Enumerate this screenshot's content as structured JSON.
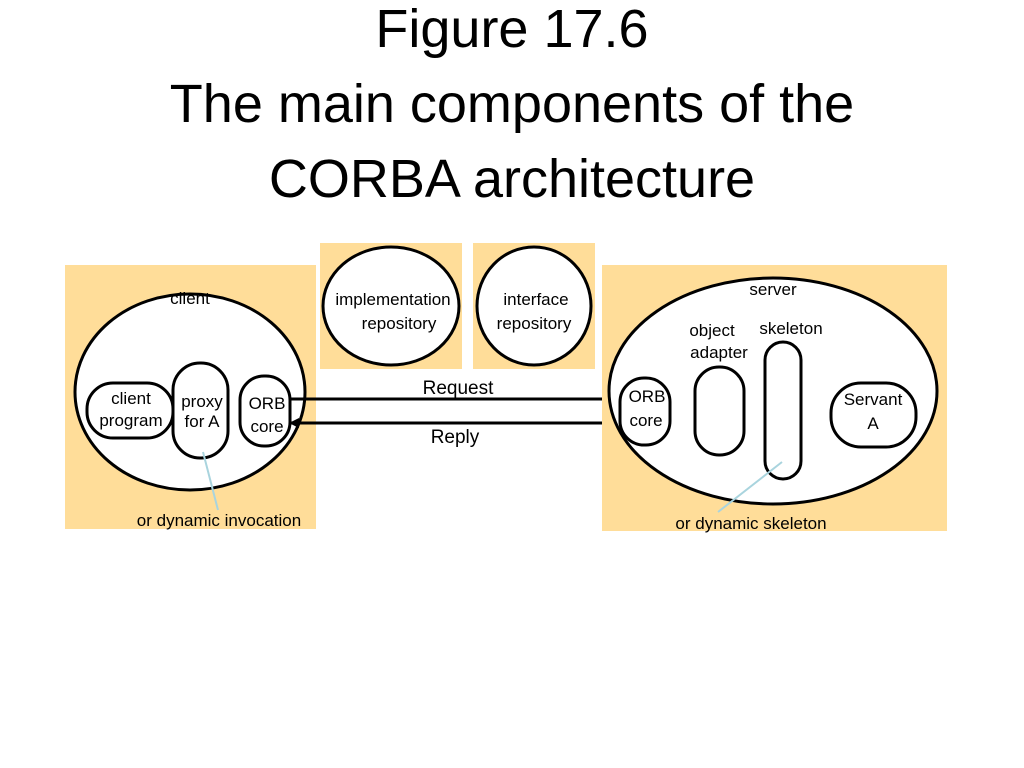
{
  "title": {
    "line1": "Figure 17.6",
    "line2": "The main components of the",
    "line3": "CORBA architecture"
  },
  "colors": {
    "panel_fill": "#FFDD99",
    "stroke": "#000000",
    "annotation_line": "#A9D4DE"
  },
  "client": {
    "label": "client",
    "program_line1": "client",
    "program_line2": "program",
    "proxy_line1": "proxy",
    "proxy_line2": "for A",
    "orb_line1": "ORB",
    "orb_line2": "core",
    "note": "or dynamic invocation"
  },
  "repositories": {
    "implementation_line1": "implementation",
    "implementation_line2": "repository",
    "interface_line1": "interface",
    "interface_line2": "repository"
  },
  "messages": {
    "request": "Request",
    "reply": "Reply"
  },
  "server": {
    "label": "server",
    "orb_line1": "ORB",
    "orb_line2": "core",
    "adapter_line1": "object",
    "adapter_line2": "adapter",
    "skeleton": "skeleton",
    "servant_line1": "Servant",
    "servant_line2": "A",
    "note": "or dynamic skeleton"
  }
}
